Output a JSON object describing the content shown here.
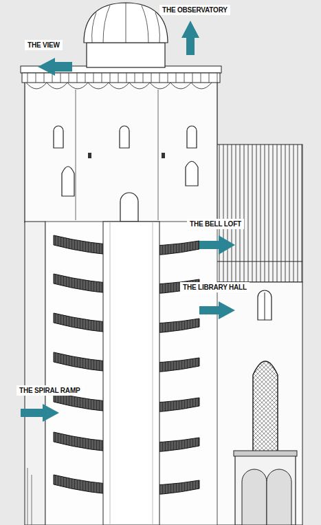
{
  "diagram": {
    "labels": [
      "THE OBSERVATORY",
      "THE VIEW",
      "THE BELL LOFT",
      "THE LIBRARY HALL",
      "THE SPIRAL RAMP"
    ]
  }
}
